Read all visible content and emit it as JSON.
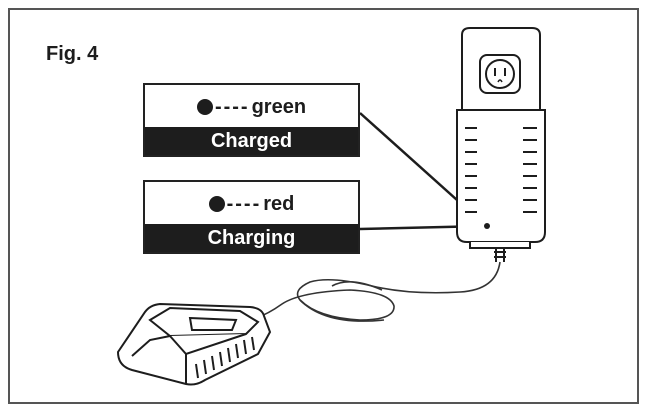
{
  "figure": {
    "label": "Fig. 4"
  },
  "indicators": [
    {
      "color_word": "green",
      "state": "Charged"
    },
    {
      "color_word": "red",
      "state": "Charging"
    }
  ],
  "colors": {
    "ink": "#1d1d1d",
    "frame": "#555555"
  }
}
